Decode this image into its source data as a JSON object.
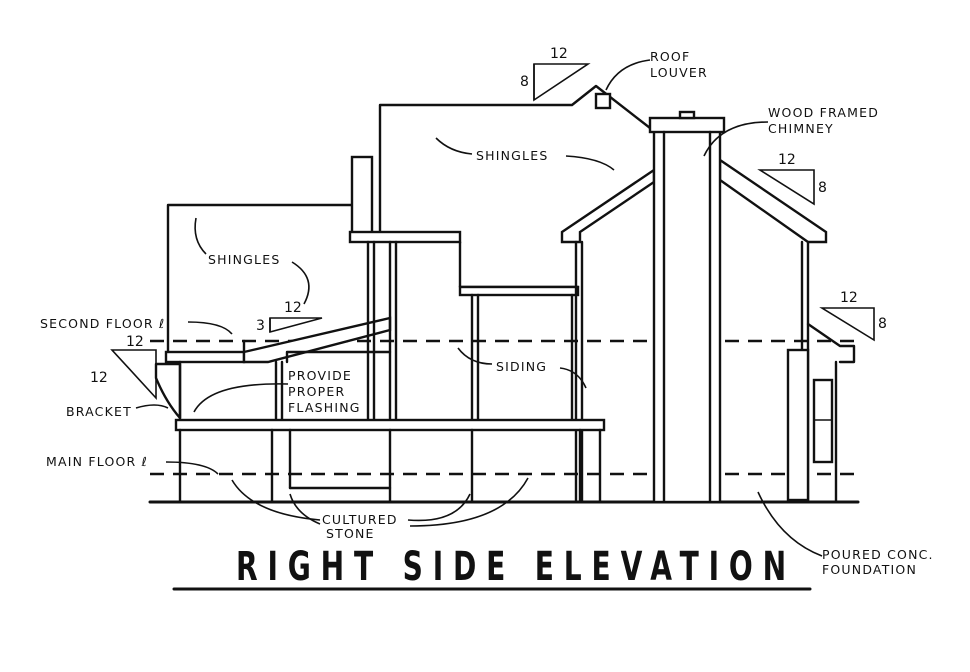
{
  "title": "RIGHT SIDE ELEVATION",
  "labels": {
    "roof_louver_1": "ROOF",
    "roof_louver_2": "LOUVER",
    "chimney_1": "WOOD FRAMED",
    "chimney_2": "CHIMNEY",
    "shingles_upper": "SHINGLES",
    "shingles_left": "SHINGLES",
    "second_floor": "SECOND FLOOR ℓ",
    "main_floor": "MAIN FLOOR ℓ",
    "bracket": "BRACKET",
    "flashing_1": "PROVIDE",
    "flashing_2": "PROPER",
    "flashing_3": "FLASHING",
    "siding": "SIDING",
    "stone_1": "CULTURED",
    "stone_2": "STONE",
    "foundation_1": "POURED CONC.",
    "foundation_2": "FOUNDATION"
  },
  "pitches": {
    "top_rise": "8",
    "top_run": "12",
    "chimney_rise": "8",
    "chimney_run": "12",
    "right_rise": "8",
    "right_run": "12",
    "porch_rise": "3",
    "porch_run": "12",
    "bracket_rise": "12",
    "bracket_run": "12"
  }
}
